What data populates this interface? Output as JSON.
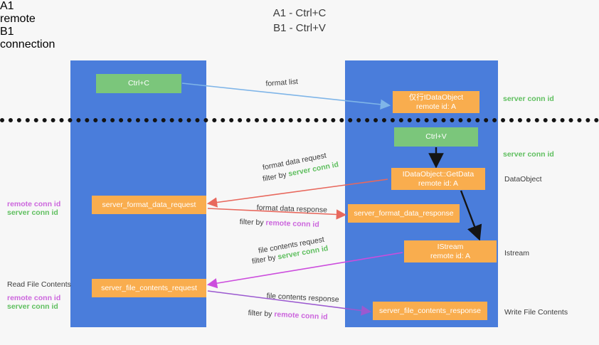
{
  "title": {
    "line1": "A1 - Ctrl+C",
    "line2": "B1 - Ctrl+V"
  },
  "lanes": {
    "left": {
      "name": "A1",
      "role": "remote"
    },
    "right": {
      "name": "B1",
      "role": "connection"
    }
  },
  "nodes": {
    "ctrl_c": {
      "label": "Ctrl+C",
      "color": "#7bc67b"
    },
    "ctrl_v": {
      "label": "Ctrl+V",
      "color": "#7bc67b"
    },
    "idataobject": {
      "line1": "仅行IDataObject",
      "line2": "remote id: A",
      "color": "#f9ad4e"
    },
    "getdata": {
      "line1": "IDataObject::GetData",
      "line2": "remote id: A",
      "color": "#f9ad4e"
    },
    "istream": {
      "line1": "IStream",
      "line2": "remote id: A",
      "color": "#f9ad4e"
    },
    "server_format_data_request": {
      "label": "server_format_data_request",
      "color": "#f9ad4e"
    },
    "server_format_data_response": {
      "label": "server_format_data_response",
      "color": "#f9ad4e"
    },
    "server_file_contents_request": {
      "label": "server_file_contents_request",
      "color": "#f9ad4e"
    },
    "server_file_contents_response": {
      "label": "server_file_contents_response",
      "color": "#f9ad4e"
    }
  },
  "captions": {
    "format_list": "format list",
    "format_data_request": "format data request",
    "filter_by": "filter by ",
    "server_conn_id": "server conn id",
    "format_data_response": "format data response",
    "remote_conn_id": "remote conn id",
    "file_contents_request": "file contents request",
    "file_contents_response": "file contents response",
    "data_object": "DataObject",
    "istream_label": "Istream",
    "write_file_contents": "Write File Contents",
    "read_file_contents": "Read File Contents"
  },
  "colors": {
    "lane": "#4a7ddb",
    "orange": "#f9ad4e",
    "green": "#7bc67b",
    "green_text": "#5fbf5f",
    "magenta_text": "#cc66dd",
    "arrow_blue": "#7fb5e8",
    "arrow_red": "#e8685d",
    "arrow_magenta": "#cc4ddd",
    "arrow_purple": "#9b59d0",
    "arrow_black": "#141414",
    "background": "#f7f7f7"
  }
}
